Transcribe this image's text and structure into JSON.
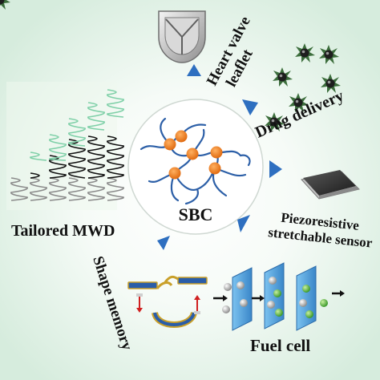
{
  "center": {
    "label": "SBC"
  },
  "applications": {
    "heart_valve": {
      "line1": "Heart valve",
      "line2": "leaflet"
    },
    "drug_delivery": {
      "label": "Drug delivery"
    },
    "sensor": {
      "line1": "Piezoresistive",
      "line2": "stretchable sensor"
    },
    "fuel_cell": {
      "label": "Fuel cell"
    },
    "shape_memory": {
      "label": "Shape memory"
    },
    "mwd": {
      "label": "Tailored MWD"
    }
  },
  "colors": {
    "background_gradient_outer": "#d8eedf",
    "background_gradient_inner": "#ffffff",
    "arrow": "#2e6fc0",
    "node": "#f07f20",
    "chain": "#2c5fa7",
    "chain_green": "#7fd0a8",
    "chain_black": "#111111",
    "chain_gray": "#8a8a8a",
    "fuel_panel": "#5aa8e0"
  },
  "icons": [
    "heart-valve-icon",
    "drug-particle-icon",
    "sensor-chip-icon",
    "fuel-cell-icon",
    "shape-memory-icon",
    "mwd-chains-icon",
    "polymer-network-icon"
  ]
}
